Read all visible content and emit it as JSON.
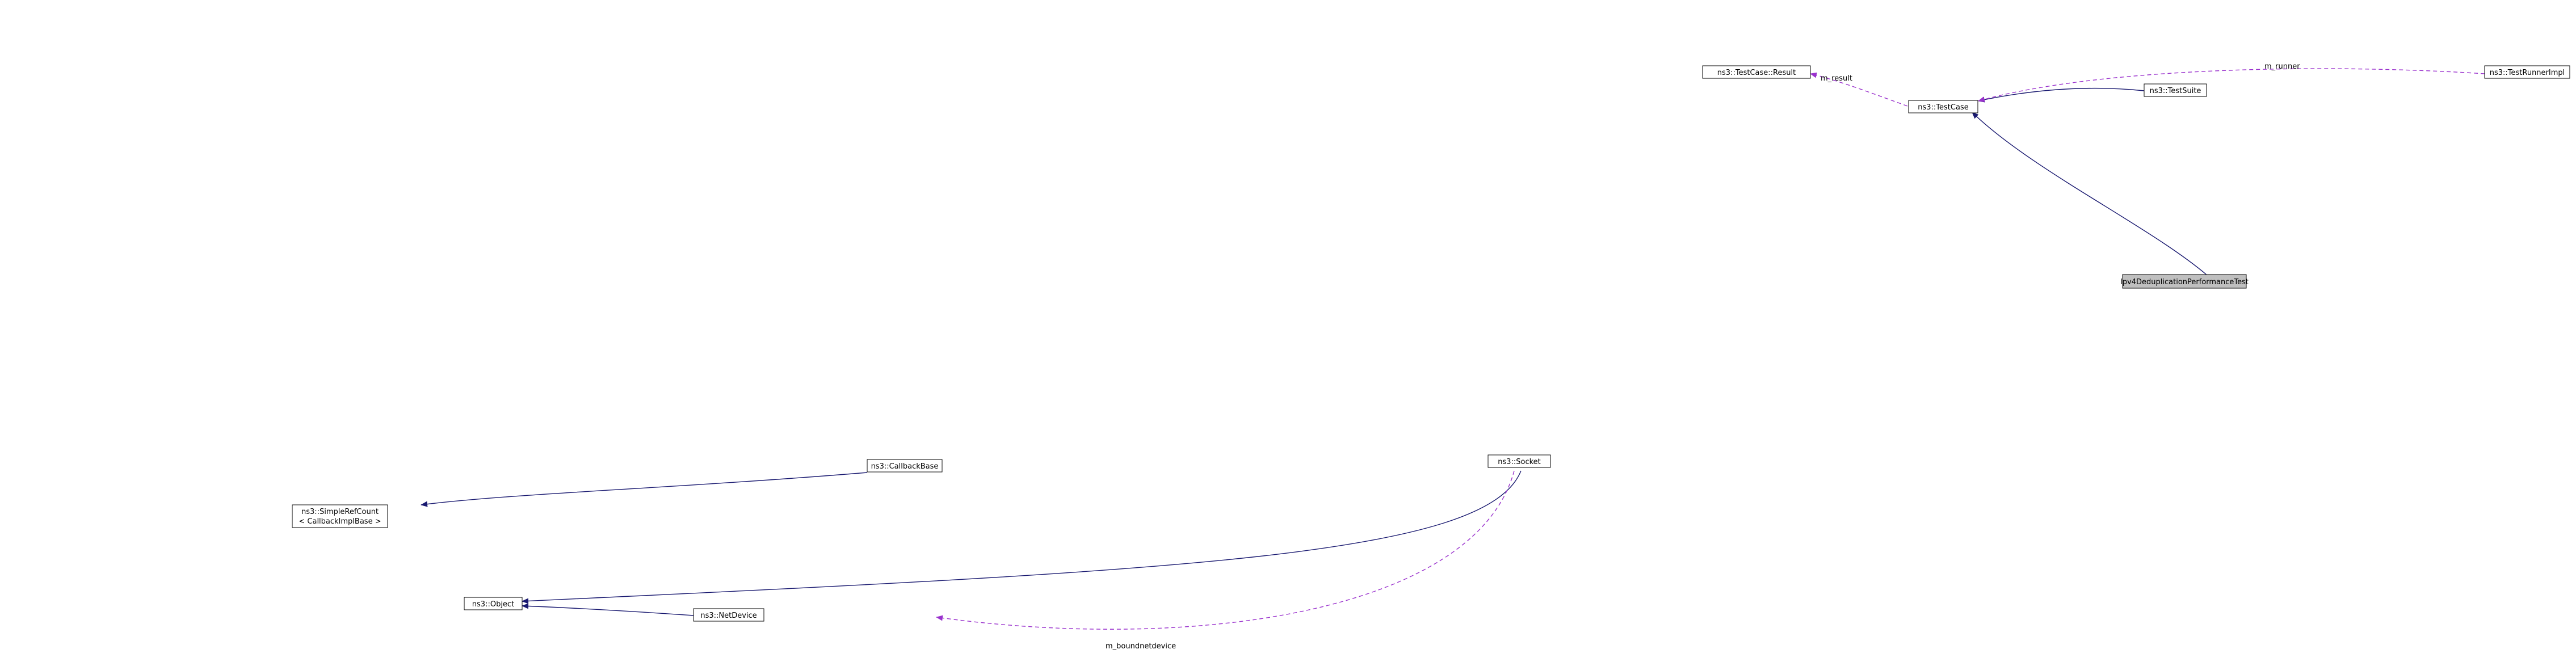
{
  "nodes": {
    "focus": "Ipv4DeduplicationPerformanceTest",
    "socket": "ns3::Socket",
    "testcase": "ns3::TestCase",
    "result": "ns3::TestCase::Result",
    "runner": "ns3::TestRunnerImpl",
    "testsuite": "ns3::TestSuite",
    "object": "ns3::Object",
    "netdevice": "ns3::NetDevice",
    "callbackbase": "ns3::CallbackBase",
    "simplerefcount_cb": [
      "ns3::SimpleRefCount",
      "< CallbackImplBase >"
    ]
  },
  "edges": {
    "focus_to_testcase": "",
    "socket_to_object": "",
    "testcase_to_result": "m_result",
    "runner_to_testcase": "m_runner",
    "testsuite_to_testcase": "",
    "netdevice_to_object": "",
    "socket_to_netdevice": "m_boundnetdevice"
  },
  "colors": {
    "inheritance": "#191970",
    "usage": "#9a32cd",
    "template": "#ffa500",
    "focus_fill": "#bfbfbf"
  }
}
